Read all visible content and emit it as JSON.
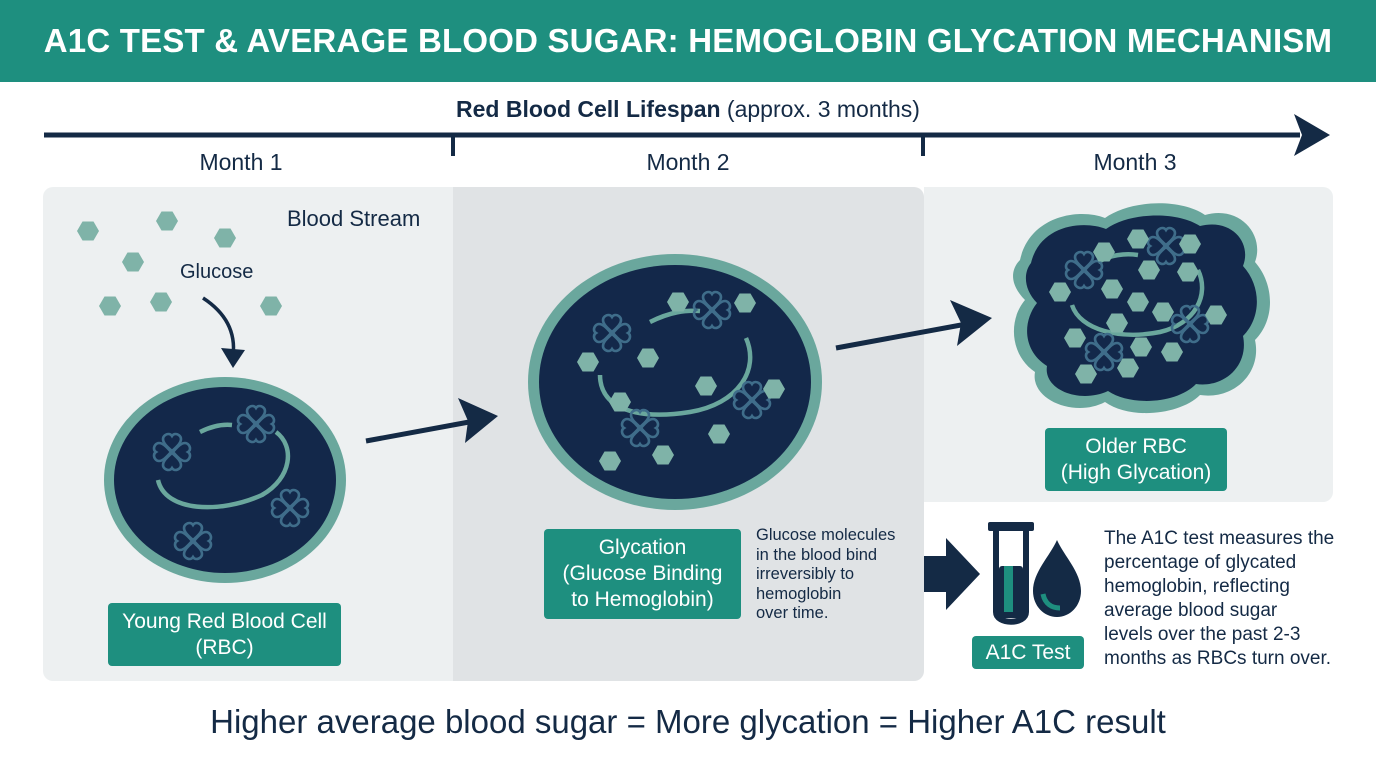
{
  "title": "A1C TEST & AVERAGE BLOOD SUGAR: HEMOGLOBIN GLYCATION MECHANISM",
  "timeline": {
    "label_bold": "Red Blood Cell Lifespan",
    "label_rest": " (approx. 3 months)",
    "months": [
      "Month 1",
      "Month 2",
      "Month 3"
    ]
  },
  "panel1": {
    "bloodstream": "Blood Stream",
    "glucose": "Glucose",
    "cell_label_line1": "Young Red Blood Cell",
    "cell_label_line2": "(RBC)"
  },
  "panel2": {
    "label_line1": "Glycation",
    "label_line2": "(Glucose Binding",
    "label_line3": "to Hemoglobin)",
    "note": [
      "Glucose molecules",
      "in the blood bind",
      "irreversibly to",
      "hemoglobin",
      "over time."
    ]
  },
  "panel3": {
    "label_line1": "Older RBC",
    "label_line2": "(High Glycation)"
  },
  "test": {
    "label": "A1C Test",
    "note": [
      "The A1C test measures the",
      "percentage of glycated",
      "hemoglobin, reflecting",
      "average blood sugar",
      "levels over the past 2-3",
      "months as RBCs turn over."
    ]
  },
  "bottom_text": "Higher average blood sugar = More glycation = Higher A1C result",
  "colors": {
    "teal": "#1e8f7f",
    "navy": "#142a45",
    "cell_interior": "#13284a",
    "membrane": "#6aa79d",
    "glucose": "#7fb3a8"
  }
}
